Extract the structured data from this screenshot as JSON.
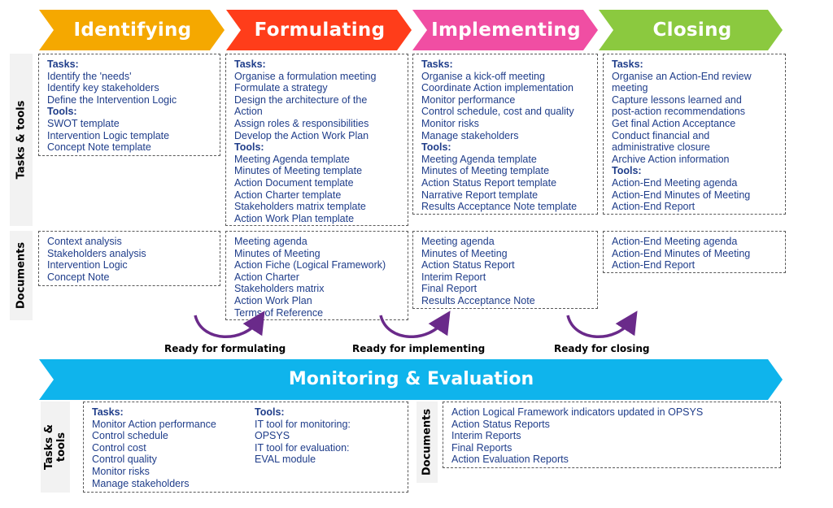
{
  "phases": [
    {
      "label": "Identifying",
      "color": "#f5a800"
    },
    {
      "label": "Formulating",
      "color": "#ff3d1a"
    },
    {
      "label": "Implementing",
      "color": "#f04ea3"
    },
    {
      "label": "Closing",
      "color": "#8bc93f"
    }
  ],
  "row_labels": {
    "tasks_tools": "Tasks & tools",
    "documents": "Documents"
  },
  "tasks": [
    [
      "Tasks:",
      "Identify the 'needs'",
      "Identify key stakeholders",
      "Define the Intervention Logic",
      "Tools:",
      "SWOT template",
      "Intervention Logic template",
      "Concept Note template"
    ],
    [
      "Tasks:",
      "Organise a formulation meeting",
      "Formulate a strategy",
      "Design the architecture of the",
      "Action",
      "Assign roles & responsibilities",
      "Develop the Action Work Plan",
      "Tools:",
      "Meeting Agenda template",
      "Minutes of Meeting template",
      "Action Document template",
      "Action Charter template",
      "Stakeholders matrix template",
      "Action Work Plan template"
    ],
    [
      "Tasks:",
      "Organise a kick-off meeting",
      "Coordinate Action implementation",
      "Monitor performance",
      "Control schedule, cost and quality",
      "Monitor risks",
      "Manage stakeholders",
      "Tools:",
      "Meeting Agenda template",
      "Minutes of Meeting template",
      "Action Status Report template",
      "Narrative Report template",
      "Results Acceptance Note template"
    ],
    [
      "Tasks:",
      "Organise an Action-End review",
      "meeting",
      "Capture lessons learned and",
      "post-action recommendations",
      "Get final Action Acceptance",
      "Conduct financial and",
      "administrative closure",
      "Archive Action information",
      "Tools:",
      "Action-End Meeting agenda",
      "Action-End Minutes of Meeting",
      "Action-End Report"
    ]
  ],
  "documents": [
    [
      "Context analysis",
      "Stakeholders analysis",
      "Intervention Logic",
      "Concept Note"
    ],
    [
      "Meeting agenda",
      "Minutes of Meeting",
      "Action Fiche (Logical Framework)",
      "Action Charter",
      "Stakeholders matrix",
      "Action Work Plan",
      "Terms of Reference"
    ],
    [
      "Meeting agenda",
      "Minutes of Meeting",
      "Action Status Report",
      "Interim Report",
      "Final Report",
      "Results Acceptance Note"
    ],
    [
      "Action-End Meeting agenda",
      "Action-End Minutes of Meeting",
      "Action-End Report"
    ]
  ],
  "transitions": [
    "Ready for formulating",
    "Ready for implementing",
    "Ready for closing"
  ],
  "monitoring": {
    "title": "Monitoring & Evaluation",
    "color": "#0fb4ec",
    "tasks_label": "Tasks & tools",
    "documents_label": "Documents",
    "tasks": [
      "Tasks:",
      "Monitor Action performance",
      "Control schedule",
      "Control cost",
      "Control quality",
      "Monitor risks",
      "Manage stakeholders"
    ],
    "tools": [
      "Tools:",
      "IT tool for monitoring:",
      "OPSYS",
      "IT tool for evaluation:",
      "EVAL module"
    ],
    "documents": [
      "Action Logical Framework indicators updated in OPSYS",
      "Action Status Reports",
      "Interim Reports",
      "Final Reports",
      "Action Evaluation Reports"
    ]
  },
  "colors": {
    "text_blue": "#1f3d8a",
    "arrow_purple": "#6a2a8a"
  }
}
